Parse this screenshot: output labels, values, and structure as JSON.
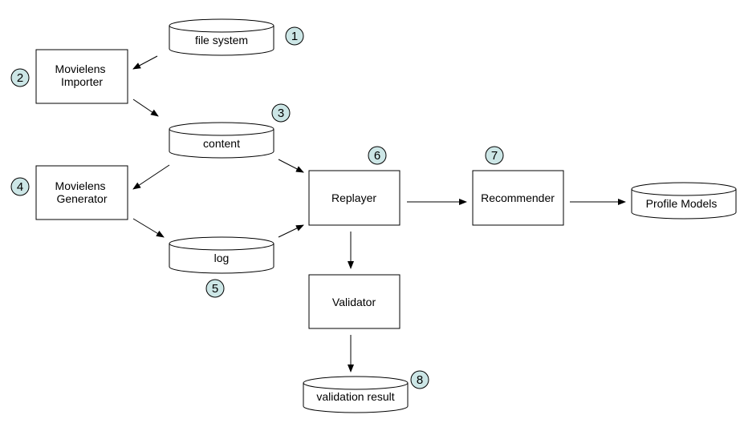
{
  "colors": {
    "stroke": "#000000",
    "box_fill": "#ffffff",
    "badge_fill": "#cce6e6",
    "text": "#000000"
  },
  "stores": {
    "file_system": "file system",
    "content": "content",
    "log": "log",
    "validation_result": "validation result",
    "profile_models": "Profile Models"
  },
  "processes": {
    "movielens_importer": [
      "Movielens",
      "Importer"
    ],
    "movielens_generator": [
      "Movielens",
      "Generator"
    ],
    "replayer": "Replayer",
    "recommender": "Recommender",
    "validator": "Validator"
  },
  "badges": [
    "1",
    "2",
    "3",
    "4",
    "5",
    "6",
    "7",
    "8"
  ]
}
